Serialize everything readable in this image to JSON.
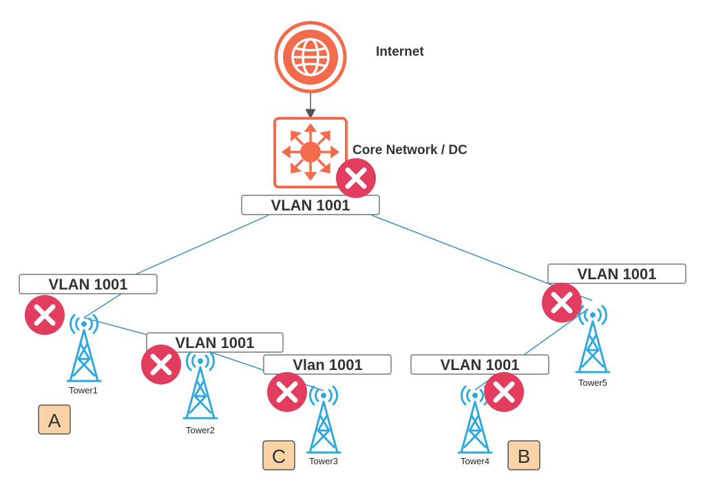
{
  "title": "",
  "internet_label": "Internet",
  "core_label": "Core Network / DC",
  "vlan_labels": {
    "core": "VLAN 1001",
    "left": "VLAN 1001",
    "right": "VLAN 1001",
    "tower2": "VLAN 1001",
    "tower3": "Vlan 1001",
    "tower4": "VLAN 1001"
  },
  "towers": [
    "Tower1",
    "Tower2",
    "Tower3",
    "Tower4",
    "Tower5"
  ],
  "badges": [
    "A",
    "C",
    "B"
  ],
  "colors": {
    "accent_orange": "#F26B4A",
    "link_blue": "#3A8FC7",
    "tower_blue": "#2EA9DF",
    "fail_red": "#E23D5E",
    "badge_fill": "#FAD3A6",
    "badge_stroke": "#555555"
  },
  "icons": [
    "globe-icon",
    "core-switch-icon",
    "cell-tower-icon",
    "failure-x-icon"
  ]
}
